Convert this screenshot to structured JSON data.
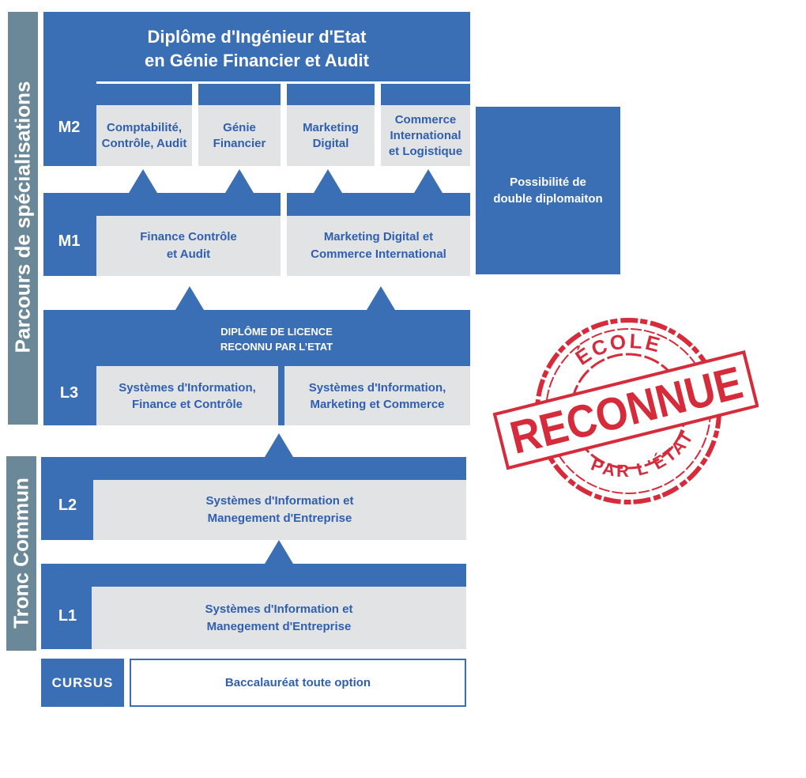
{
  "sidebar": {
    "specialisations": "Parcours de spécialisations",
    "tronc_commun": "Tronc Commun"
  },
  "m2": {
    "level": "M2",
    "title": "Diplôme d'Ingénieur d'Etat\nen Génie Financier et Audit",
    "options": [
      "Comptabilité,\nContrôle, Audit",
      "Génie\nFinancier",
      "Marketing\nDigital",
      "Commerce\nInternational\net Logistique"
    ]
  },
  "double": {
    "label": "Possibilité de\ndouble diplomaiton"
  },
  "m1": {
    "level": "M1",
    "options": [
      "Finance Contrôle\net Audit",
      "Marketing Digital et\nCommerce International"
    ]
  },
  "l3": {
    "level": "L3",
    "title": "DIPLÔME DE LICENCE\nRECONNU PAR L’ETAT",
    "options": [
      "Systèmes d'Information,\nFinance et Contrôle",
      "Systèmes d'Information,\nMarketing et Commerce"
    ]
  },
  "l2": {
    "level": "L2",
    "label": "Systèmes d'Information et\nManegement d'Entreprise"
  },
  "l1": {
    "level": "L1",
    "label": "Systèmes d'Information et\nManegement d'Entreprise"
  },
  "cursus": {
    "label": "CURSUS",
    "value": "Baccalauréat toute option"
  },
  "stamp": {
    "top": "ÉCOLE",
    "main": "RECONNUE",
    "bottom": "PAR L'ÉTAT",
    "color": "#d62b3a"
  }
}
